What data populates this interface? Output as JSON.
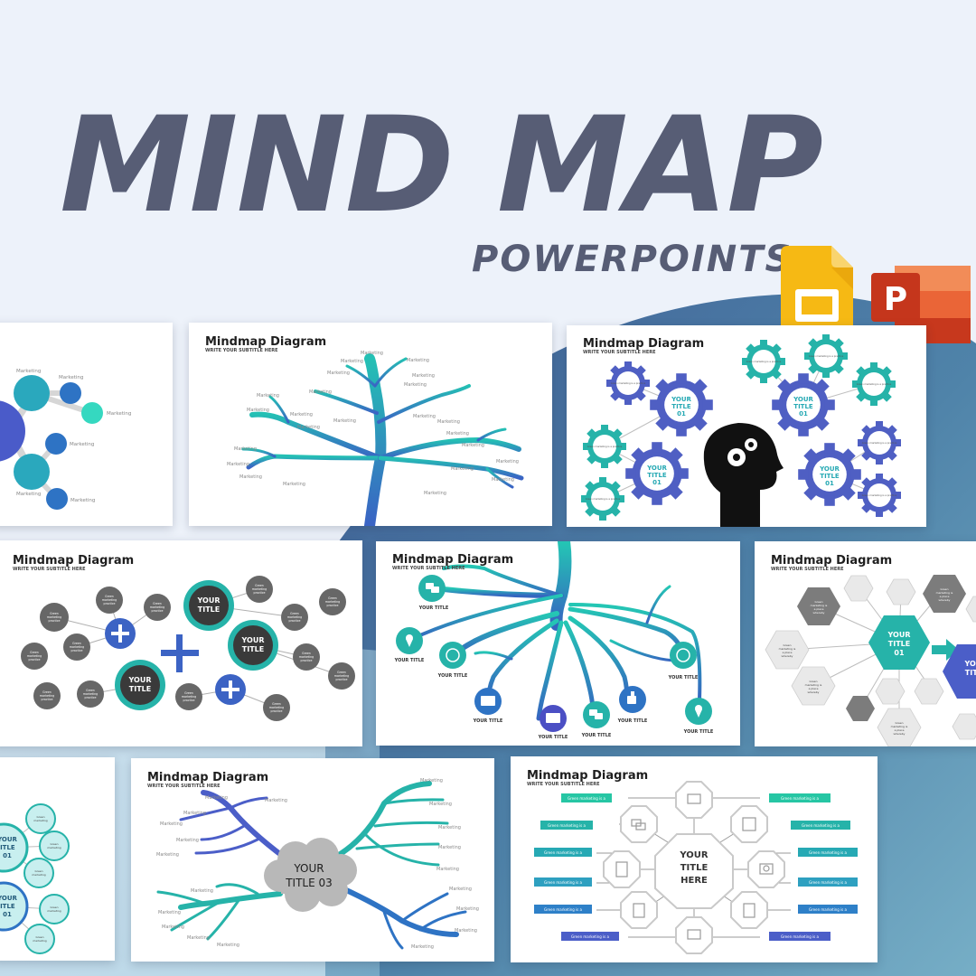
{
  "header": {
    "title": "MIND MAP",
    "subtitle": "POWERPOINTS"
  },
  "icons": {
    "slides_app": "google-slides-icon",
    "powerpoint_app": "powerpoint-icon",
    "powerpoint_letter": "P"
  },
  "colors": {
    "title": "#575d75",
    "teal": "#20b5b0",
    "blue": "#2e73c4",
    "indigo": "#4b5ec8",
    "gear_teal": "#26b3a9",
    "gear_indigo": "#4f5fc3",
    "gray_node": "#666666",
    "slides_yellow": "#f6b914",
    "powerpoint_red": "#d04424"
  },
  "common": {
    "slide_title": "Mindmap Diagram",
    "slide_subtitle": "WRITE YOUR SUBTITLE HERE",
    "marketing": "Marketing",
    "your_title": "YOUR TITLE",
    "your": "YOUR",
    "title": "TITLE",
    "num_01": "01",
    "green_marketing": "Green marketing is a"
  },
  "slides": {
    "gears": {
      "node_text": "Green marketing is a practice"
    },
    "clusters": {
      "node_text": [
        "Green",
        "marketing",
        "is a",
        "practice"
      ]
    },
    "hexagons": {
      "node_text": [
        "Green",
        "marketing is",
        "a place",
        "whereby"
      ]
    },
    "cloud": {
      "center_line1": "YOUR",
      "center_line2": "TITLE 03"
    },
    "octagon": {
      "center_line1": "YOUR",
      "center_line2": "TITLE",
      "center_line3": "HERE"
    }
  }
}
